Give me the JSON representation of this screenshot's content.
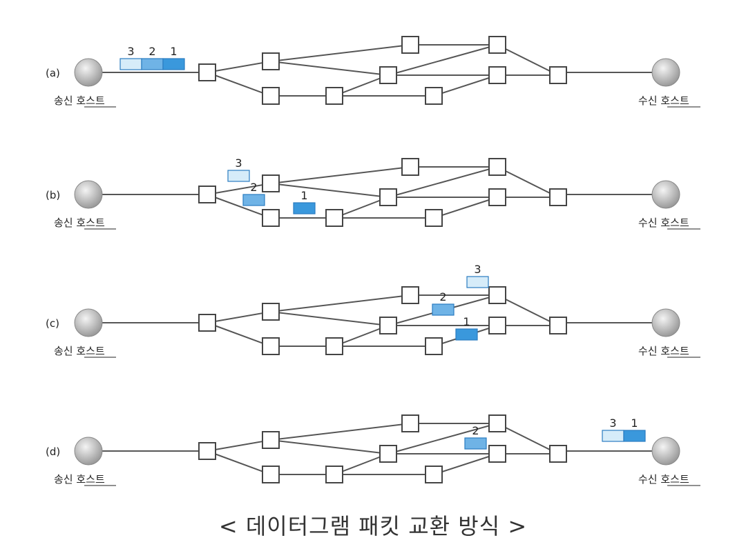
{
  "caption": "< 데이터그램 패킷 교환 방식 >",
  "sender_label": "송신 호스트",
  "receiver_label": "수신 호스트",
  "colors": {
    "line": "#555555",
    "node_border": "#444444",
    "packet_1": "#3a98dc",
    "packet_2": "#6fb3e6",
    "packet_3": "#d6ecf9",
    "host_fill": "#c9c9c9"
  },
  "panels": [
    {
      "label": "(a)",
      "packets": [
        {
          "id": "3",
          "label": "3",
          "location": "sender-queue"
        },
        {
          "id": "2",
          "label": "2",
          "location": "sender-queue"
        },
        {
          "id": "1",
          "label": "1",
          "location": "sender-queue"
        }
      ]
    },
    {
      "label": "(b)",
      "packets": [
        {
          "id": "3",
          "label": "3",
          "location": "link-toward-upper-router"
        },
        {
          "id": "2",
          "label": "2",
          "location": "link-toward-lower-router"
        },
        {
          "id": "1",
          "label": "1",
          "location": "lower-path"
        }
      ]
    },
    {
      "label": "(c)",
      "packets": [
        {
          "id": "3",
          "label": "3",
          "location": "near-top-right-router"
        },
        {
          "id": "2",
          "label": "2",
          "location": "middle-upper-link"
        },
        {
          "id": "1",
          "label": "1",
          "location": "lower-right-link"
        }
      ]
    },
    {
      "label": "(d)",
      "packets": [
        {
          "id": "2",
          "label": "2",
          "location": "in-transit-right-side"
        },
        {
          "id": "3",
          "label": "3",
          "location": "receiver-buffer"
        },
        {
          "id": "1",
          "label": "1",
          "location": "receiver-buffer"
        }
      ]
    }
  ]
}
